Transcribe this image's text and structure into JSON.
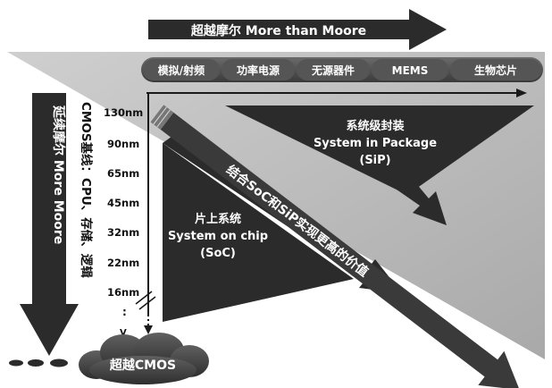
{
  "top_arrow": {
    "label": "超越摩尔  More than Moore"
  },
  "categories": [
    "模拟/射频",
    "功率电源",
    "无源器件",
    "MEMS",
    "生物芯片"
  ],
  "left_arrow": {
    "label": "延续摩尔  More Moore"
  },
  "axis_label": "CMOS基线：CPU、存储、逻辑",
  "nodes": [
    "130nm",
    "90nm",
    "65nm",
    "45nm",
    "32nm",
    "22nm",
    "16nm",
    ":",
    "V"
  ],
  "sip": {
    "line1": "系统级封装",
    "line2": "System in Package",
    "line3": "(SiP)"
  },
  "diagonal": {
    "label": "结合SoC和SiP实现更高的价值"
  },
  "soc": {
    "line1": "片上系统",
    "line2": "System on chip",
    "line3": "(SoC)"
  },
  "cloud": {
    "label": "超越CMOS"
  },
  "colors": {
    "dark": "#2b2b2b",
    "grey": "#bdbdbd",
    "pill": "#4a4a4a"
  }
}
